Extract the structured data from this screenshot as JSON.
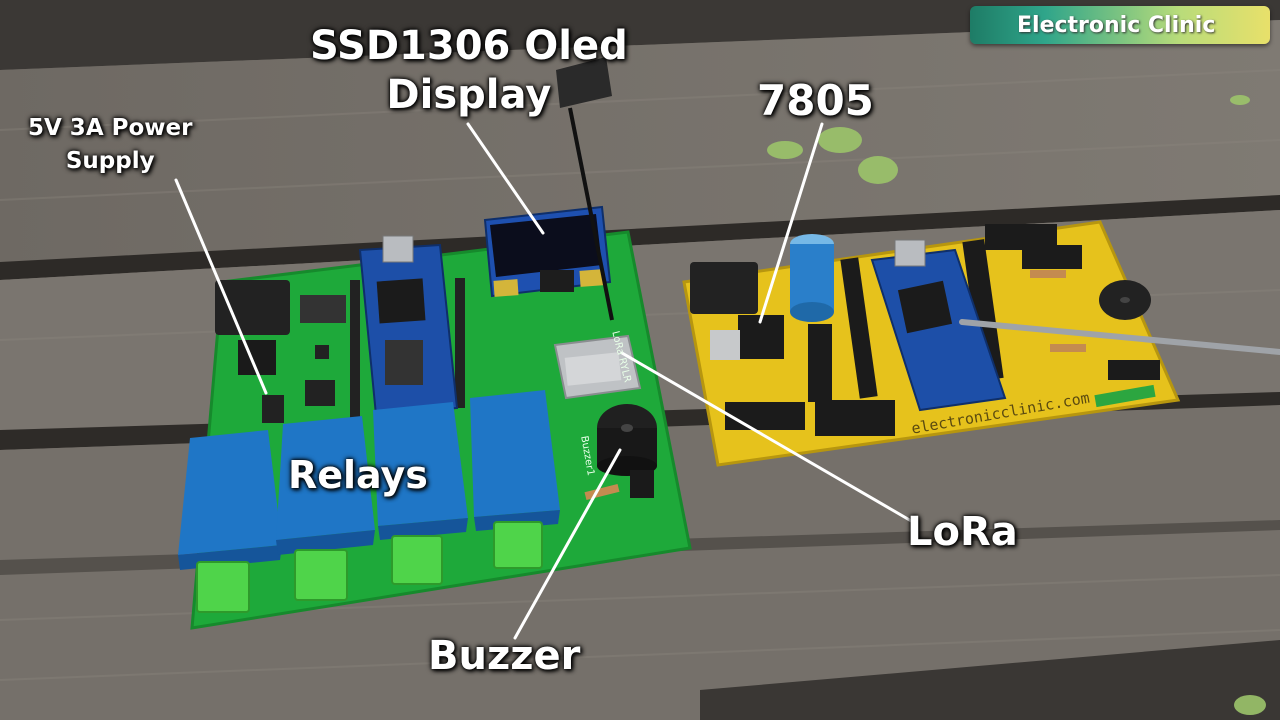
{
  "brand": {
    "text": "Electronic Clinic"
  },
  "labels": {
    "power_supply_line1": "5V 3A Power",
    "power_supply_line2": "Supply",
    "oled_line1": "SSD1306 Oled",
    "oled_line2": "Display",
    "regulator": "7805",
    "relays": "Relays",
    "lora": "LoRa",
    "buzzer": "Buzzer"
  },
  "board_silkscreen": {
    "lora_module": "LoRa RYLR",
    "buzzer": "Buzzer1",
    "website": "electronicclinic.com"
  },
  "colors": {
    "wood": "#6b6660",
    "green_pcb": "#1fb03a",
    "yellow_pcb": "#e8c21e",
    "relay_blue": "#1f78c8",
    "label_text": "#ffffff"
  }
}
